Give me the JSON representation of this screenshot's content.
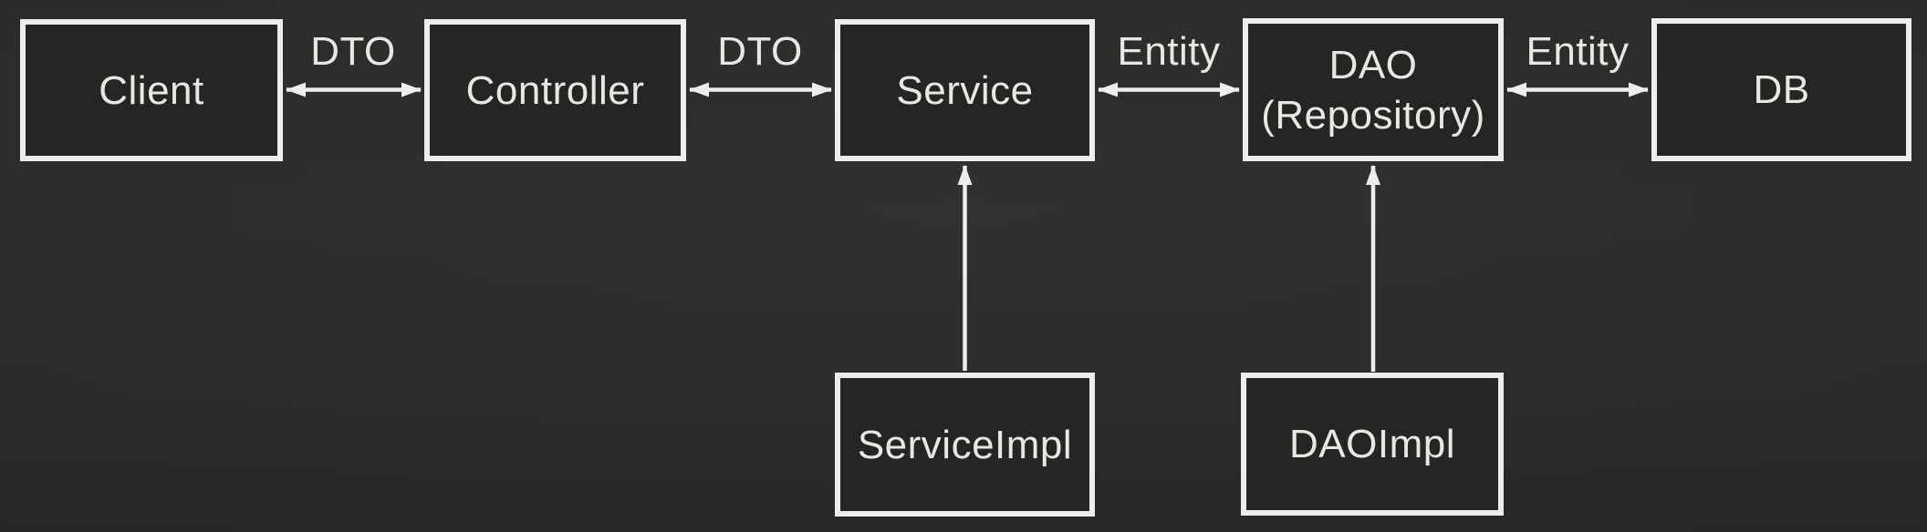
{
  "diagram": {
    "description": "Layered web application architecture diagram",
    "nodes": {
      "client": {
        "label": "Client"
      },
      "controller": {
        "label": "Controller"
      },
      "service": {
        "label": "Service"
      },
      "dao": {
        "label": "DAO",
        "sublabel": "(Repository)"
      },
      "db": {
        "label": "DB"
      },
      "serviceimpl": {
        "label": "ServiceImpl"
      },
      "daoimpl": {
        "label": "DAOImpl"
      }
    },
    "edge_labels": {
      "client_controller": "DTO",
      "controller_service": "DTO",
      "service_dao": "Entity",
      "dao_db": "Entity"
    },
    "colors": {
      "background": "#2c2b29",
      "box_fill": "#262523",
      "stroke": "#ededeb",
      "text": "#e9e7e4"
    }
  }
}
